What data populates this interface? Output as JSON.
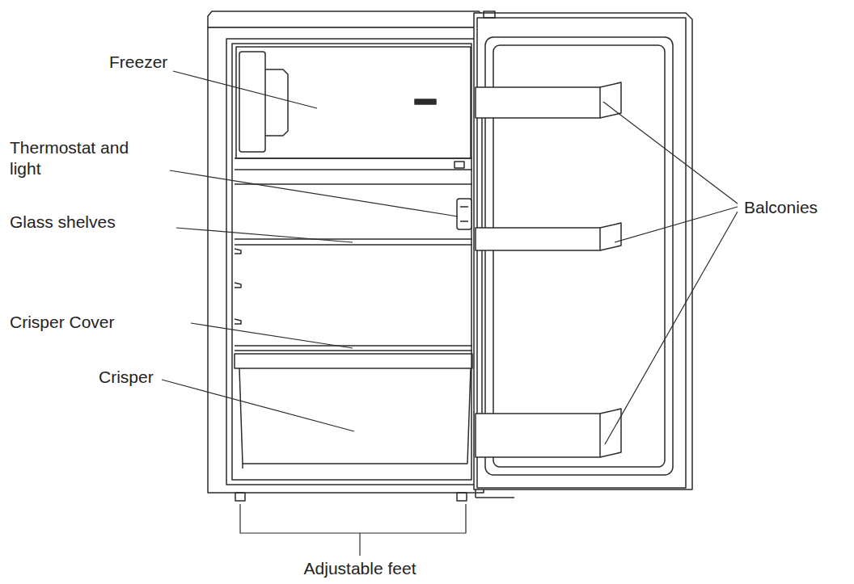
{
  "diagram": {
    "labels": [
      "Freezer",
      "Thermostat and light",
      "Glass shelves",
      "Crisper Cover",
      "Crisper",
      "Balconies",
      "Adjustable feet"
    ]
  }
}
